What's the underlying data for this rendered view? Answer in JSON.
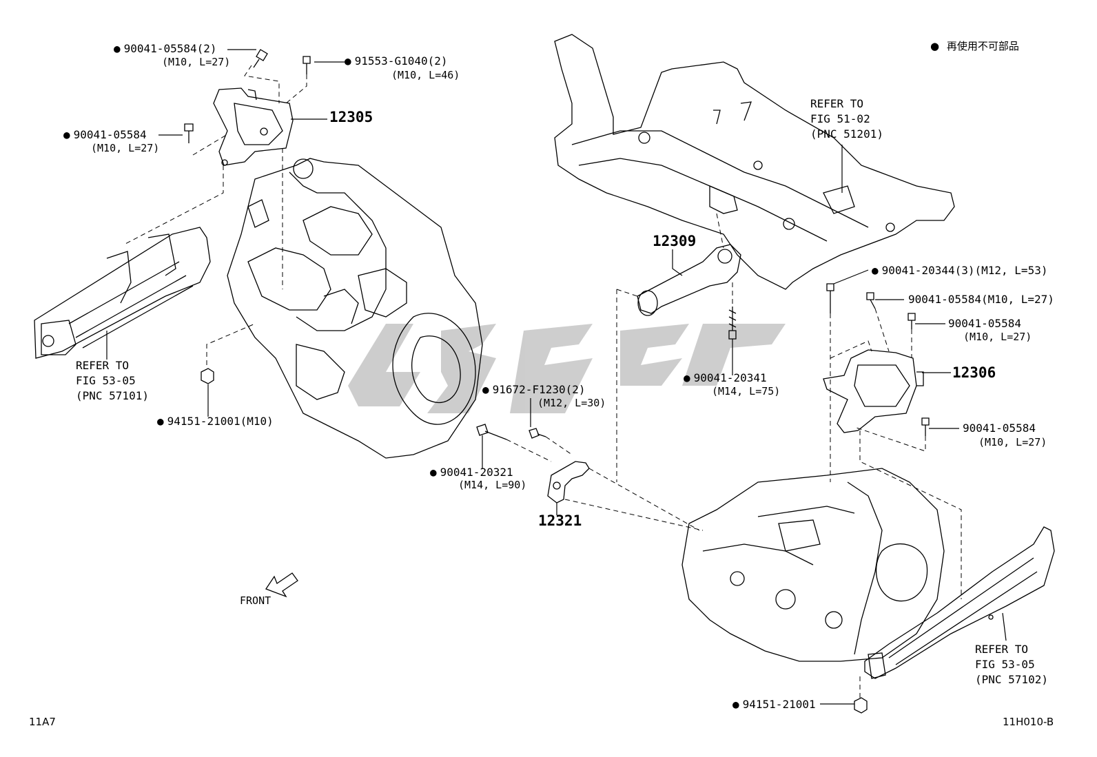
{
  "legend": {
    "symbol": "●",
    "text": "再使用不可部品"
  },
  "footer": {
    "left_code": "11A7",
    "right_code": "11H010-B"
  },
  "front_label": "FRONT",
  "watermark": {
    "color": "#bdbdbd"
  },
  "refs": {
    "frame_left": {
      "line1": "REFER TO",
      "line2": "FIG 53-05",
      "line3": "(PNC 57101)"
    },
    "crossmember": {
      "line1": "REFER TO",
      "line2": "FIG 51-02",
      "line3": "(PNC 51201)"
    },
    "frame_right": {
      "line1": "REFER TO",
      "line2": "FIG 53-05",
      "line3": "(PNC 57102)"
    }
  },
  "parts": {
    "p12305": "12305",
    "p12306": "12306",
    "p12309": "12309",
    "p12321": "12321",
    "b1": {
      "pn": "90041-05584(2)",
      "spec": "(M10, L=27)"
    },
    "b2": {
      "pn": "91553-G1040(2)",
      "spec": "(M10, L=46)"
    },
    "b3": {
      "pn": "90041-05584",
      "spec": "(M10, L=27)"
    },
    "n1": {
      "pn": "94151-21001(M10)"
    },
    "b4": {
      "pn": "90041-20344(3)(M12, L=53)"
    },
    "b5": {
      "pn": "90041-05584(M10, L=27)"
    },
    "b6": {
      "pn": "90041-05584",
      "spec": "(M10, L=27)"
    },
    "b7": {
      "pn": "90041-05584",
      "spec": "(M10, L=27)"
    },
    "b8": {
      "pn": "90041-20341",
      "spec": "(M14, L=75)"
    },
    "b9": {
      "pn": "91672-F1230(2)",
      "spec": "(M12, L=30)"
    },
    "b10": {
      "pn": "90041-20321",
      "spec": "(M14, L=90)"
    },
    "n2": {
      "pn": "94151-21001"
    }
  }
}
